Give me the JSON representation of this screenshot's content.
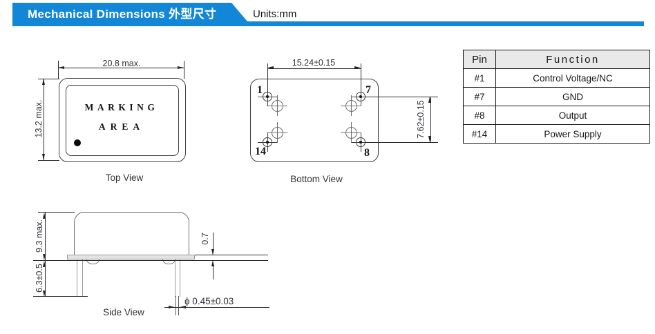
{
  "header": {
    "title": "Mechanical Dimensions 外型尺寸",
    "units_label": "Units:mm",
    "accent_color": "#1287d7"
  },
  "top_view": {
    "label": "Top View",
    "marking_line1": "MARKING",
    "marking_line2": "AREA",
    "dim_width": "20.8 max.",
    "dim_height": "13.2 max."
  },
  "bottom_view": {
    "label": "Bottom View",
    "dim_pin_spacing_h": "15.24±0.15",
    "dim_pin_spacing_v": "7.62±0.15",
    "pins": {
      "one": "1",
      "seven": "7",
      "fourteen": "14",
      "eight": "8"
    }
  },
  "side_view": {
    "label": "Side View",
    "dim_body_height": "9.3 max.",
    "dim_pin_length": "6.3±0.5",
    "dim_base_thickness": "0.7",
    "dim_pin_diameter": "ϕ 0.45±0.03"
  },
  "pin_table": {
    "header_pin": "Pin",
    "header_function": "Function",
    "rows": [
      {
        "pin": "#1",
        "function": "Control Voltage/NC"
      },
      {
        "pin": "#7",
        "function": "GND"
      },
      {
        "pin": "#8",
        "function": "Output"
      },
      {
        "pin": "#14",
        "function": "Power Supply"
      }
    ]
  }
}
